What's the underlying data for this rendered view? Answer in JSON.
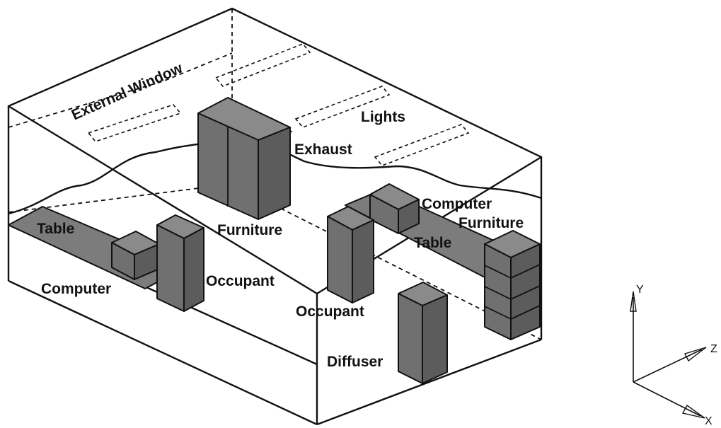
{
  "labels": {
    "external_window": "External Window",
    "lights": "Lights",
    "exhaust": "Exhaust",
    "furniture_left": "Furniture",
    "computer_right": "Computer",
    "furniture_right": "Furniture",
    "table_left": "Table",
    "table_right": "Table",
    "computer_left": "Computer",
    "occupant_left": "Occupant",
    "occupant_right": "Occupant",
    "diffuser": "Diffuser"
  },
  "axes": {
    "y": "Y",
    "z": "Z",
    "x": "X"
  }
}
